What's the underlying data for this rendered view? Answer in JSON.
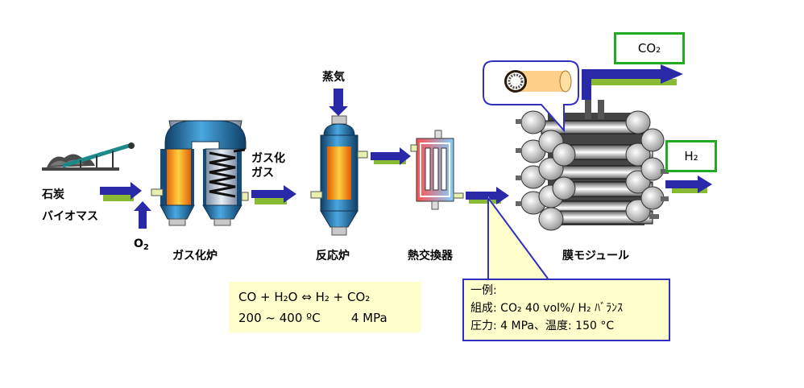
{
  "labels": {
    "feedstock_coal": "石炭",
    "feedstock_biomass": "バイオマス",
    "oxygen": "O",
    "oxygen_sub": "2",
    "gasifier": "ガス化炉",
    "gasified_gas_line1": "ガス化",
    "gasified_gas_line2": "ガス",
    "steam": "蒸気",
    "reactor": "反応炉",
    "heat_exchanger": "熱交換器",
    "membrane_module": "膜モジュール"
  },
  "reaction_box": {
    "line1": "CO + H₂O ⇔ H₂ + CO₂",
    "line2": "200 ~ 400 ºC        4 MPa"
  },
  "example_box": {
    "line1": "一例:",
    "line2": "組成: CO₂ 40 vol%/ H₂ ﾊﾞﾗﾝｽ",
    "line3": "圧力: 4 MPa、温度: 150 °C"
  },
  "outputs": {
    "co2": "CO₂",
    "h2": "H₂"
  },
  "colors": {
    "arrow": "#2a2aa8",
    "arrow_shadow": "#88bb33",
    "vessel_blue": "#1f6fa8",
    "vessel_core": "#ff7a10",
    "output_border": "#22aa22",
    "callout_border": "#3030c0",
    "note_fill": "#ffffcc"
  }
}
